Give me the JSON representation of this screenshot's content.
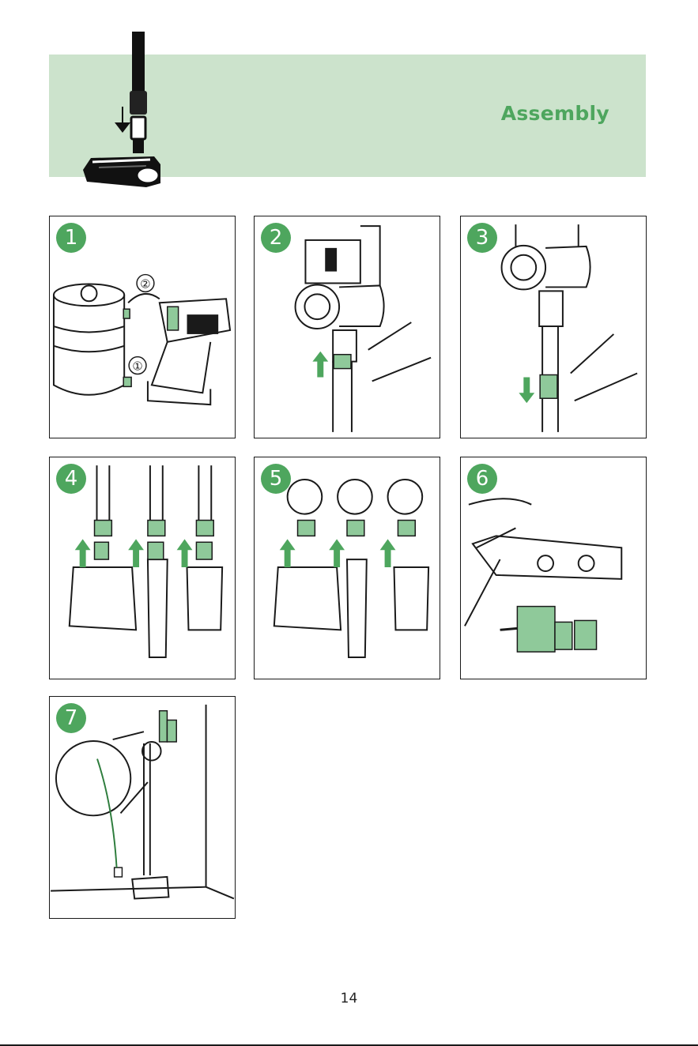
{
  "header": {
    "title": "Assembly"
  },
  "steps": [
    {
      "number": "1",
      "callouts": [
        "②",
        "①"
      ]
    },
    {
      "number": "2"
    },
    {
      "number": "3"
    },
    {
      "number": "4"
    },
    {
      "number": "5"
    },
    {
      "number": "6"
    },
    {
      "number": "7"
    }
  ],
  "footer": {
    "page_number": "14"
  },
  "colors": {
    "accent": "#4ea65e",
    "banner_bg": "#cce3cc",
    "line": "#1a1a1a",
    "part_green": "#8fc99a"
  }
}
